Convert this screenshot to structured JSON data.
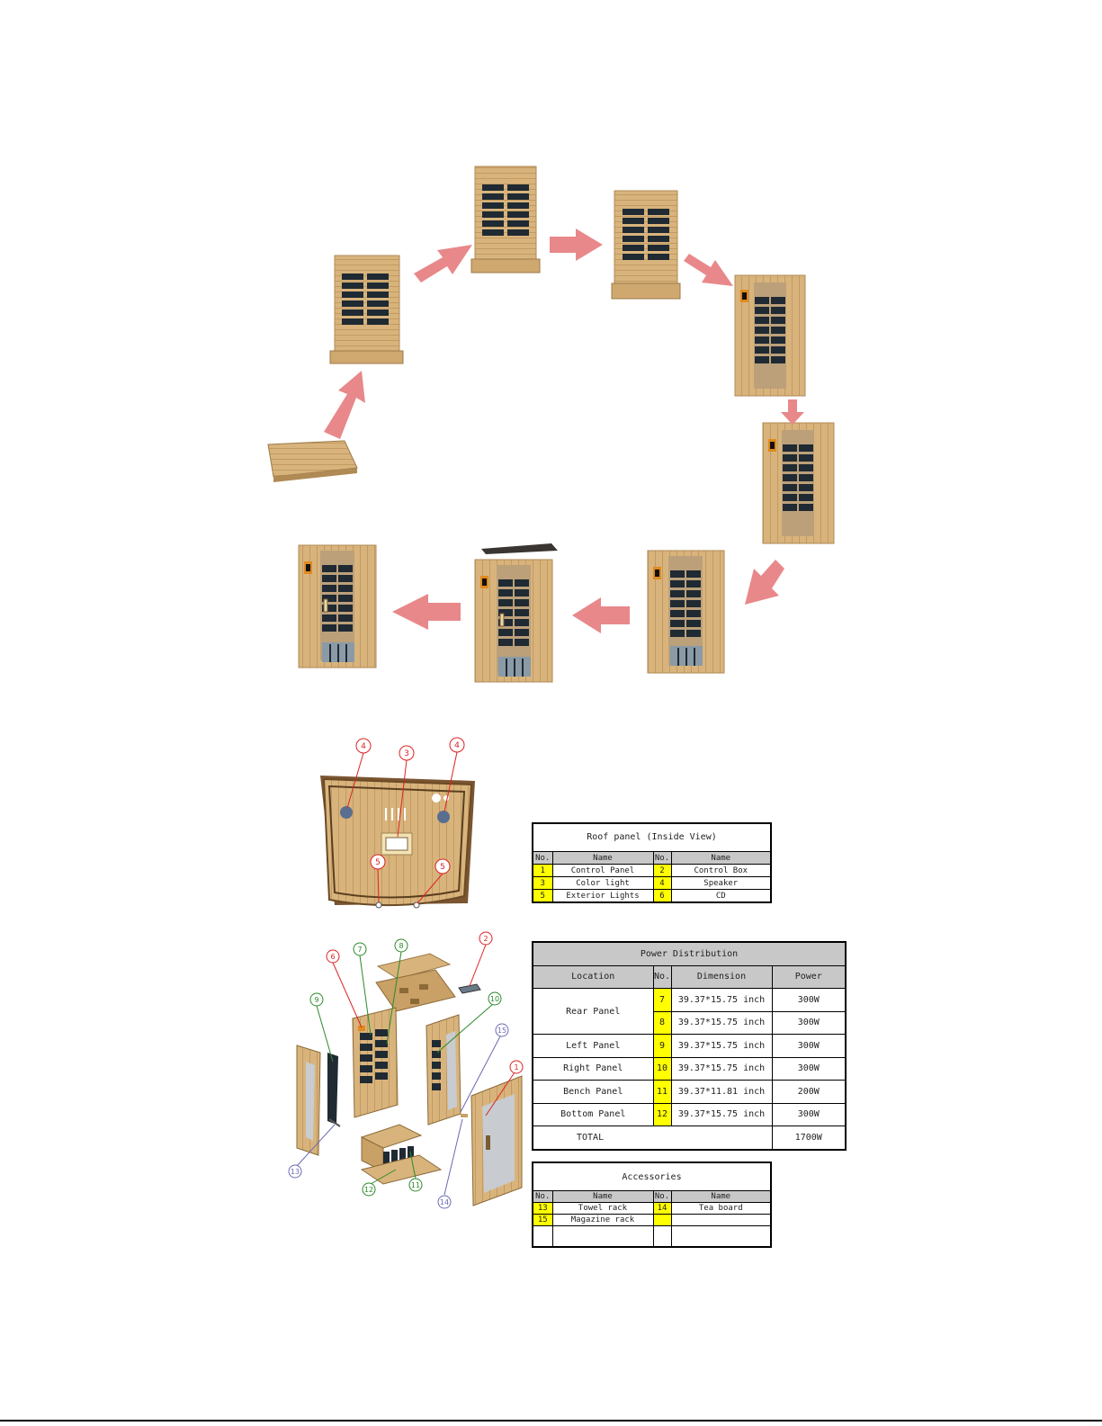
{
  "roof_table": {
    "title": "Roof panel (Inside View)",
    "headers": {
      "no1": "No.",
      "name1": "Name",
      "no2": "No.",
      "name2": "Name"
    },
    "rows": [
      {
        "no1": "1",
        "name1": "Control Panel",
        "no2": "2",
        "name2": "Control Box"
      },
      {
        "no1": "3",
        "name1": "Color light",
        "no2": "4",
        "name2": "Speaker"
      },
      {
        "no1": "5",
        "name1": "Exterior Lights",
        "no2": "6",
        "name2": "CD"
      }
    ]
  },
  "power_table": {
    "title": "Power Distribution",
    "headers": {
      "location": "Location",
      "no": "No.",
      "dimension": "Dimension",
      "power": "Power"
    },
    "rear": {
      "location": "Rear Panel",
      "rows": [
        {
          "no": "7",
          "dimension": "39.37*15.75 inch",
          "power": "300W"
        },
        {
          "no": "8",
          "dimension": "39.37*15.75 inch",
          "power": "300W"
        }
      ]
    },
    "rows": [
      {
        "location": "Left Panel",
        "no": "9",
        "dimension": "39.37*15.75 inch",
        "power": "300W"
      },
      {
        "location": "Right Panel",
        "no": "10",
        "dimension": "39.37*15.75 inch",
        "power": "300W"
      },
      {
        "location": "Bench Panel",
        "no": "11",
        "dimension": "39.37*11.81 inch",
        "power": "200W"
      },
      {
        "location": "Bottom Panel",
        "no": "12",
        "dimension": "39.37*15.75 inch",
        "power": "300W"
      }
    ],
    "total": {
      "label": "TOTAL",
      "power": "1700W"
    }
  },
  "accessories_table": {
    "title": "Accessories",
    "headers": {
      "no1": "No.",
      "name1": "Name",
      "no2": "No.",
      "name2": "Name"
    },
    "rows": [
      {
        "no1": "13",
        "name1": "Towel rack",
        "no2": "14",
        "name2": "Tea board"
      },
      {
        "no1": "15",
        "name1": "Magazine rack",
        "no2": "",
        "name2": ""
      }
    ]
  },
  "roof_callouts": [
    "4",
    "3",
    "4",
    "5",
    "5"
  ],
  "exploded_callouts": [
    "6",
    "7",
    "8",
    "2",
    "9",
    "10",
    "15",
    "1",
    "13",
    "12",
    "11",
    "14"
  ],
  "colors": {
    "wood": "#d8b47c",
    "wood_dark": "#b08a54",
    "heater": "#1f2a33",
    "arrow": "#e8888a",
    "callout_red": "#d22",
    "callout_green": "#2a8a2a",
    "callout_blue": "#6a6ab4",
    "highlight": "#ffff00"
  }
}
